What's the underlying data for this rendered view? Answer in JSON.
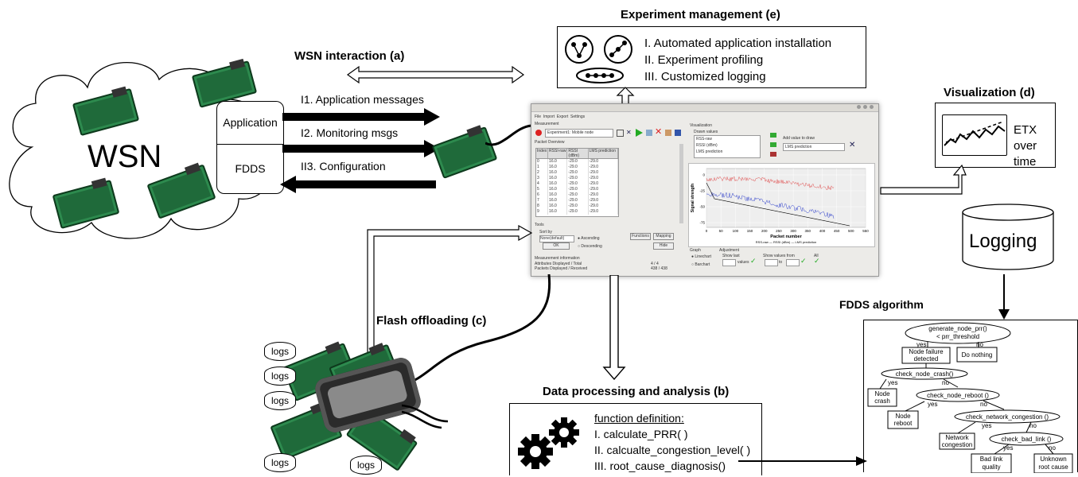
{
  "labels": {
    "wsn": "WSN",
    "wsn_interaction": "WSN interaction (a)",
    "app_stack": "Application",
    "fdds_stack": "FDDS",
    "msg1": "I1. Application messages",
    "msg2": "I2. Monitoring msgs",
    "msg3": "II3. Configuration",
    "flash_offloading": "Flash offloading (c)",
    "logs": "logs",
    "experiment_mgmt": "Experiment management (e)",
    "exp_items": [
      "I.  Automated application installation",
      "II.  Experiment profiling",
      "III. Customized logging"
    ],
    "visualization": "Visualization (d)",
    "etx_line1": "ETX over",
    "etx_line2": "time",
    "logging": "Logging",
    "fdds_algorithm": "FDDS algorithm",
    "data_processing": "Data processing and analysis (b)",
    "func_def": "function definition:",
    "func_items": [
      "I.  calculate_PRR( )",
      "II.  calcualte_congestion_level( )",
      "III. root_cause_diagnosis()"
    ]
  },
  "flowchart": {
    "d1_line1": "generate_node_prr()",
    "d1_line2": "< prr_threshold",
    "yes": "yes",
    "no": "no",
    "node_failure_1": "Node failure",
    "node_failure_2": "detected",
    "do_nothing": "Do nothing",
    "d2": "check_node_crash()",
    "node_crash_1": "Node",
    "node_crash_2": "crash",
    "d3": "check_node_reboot ()",
    "node_reboot_1": "Node",
    "node_reboot_2": "reboot",
    "d4": "check_network_congestion ()",
    "net_cong_1": "Network",
    "net_cong_2": "congestion",
    "d5": "check_bad_link ()",
    "bad_link_1": "Bad link",
    "bad_link_2": "quality",
    "unknown_1": "Unknown",
    "unknown_2": "root cause"
  },
  "app_window": {
    "menu": [
      "File",
      "Import",
      "Export",
      "Settings"
    ],
    "measurement_label": "Measurement",
    "experiment_select": "Experiment1: Mobile node",
    "packet_overview": "Packet Overview",
    "table_headers": [
      "Index",
      "RSSI-raw",
      "RSSI (dBm)",
      "LMS prediction"
    ],
    "table_rows": [
      [
        "0",
        "16.0",
        "-29.0",
        "-29.0"
      ],
      [
        "1",
        "16.0",
        "-29.0",
        "-29.0"
      ],
      [
        "2",
        "16.0",
        "-29.0",
        "-29.0"
      ],
      [
        "3",
        "16.0",
        "-29.0",
        "-29.0"
      ],
      [
        "4",
        "16.0",
        "-29.0",
        "-29.0"
      ],
      [
        "5",
        "16.0",
        "-29.0",
        "-29.0"
      ],
      [
        "6",
        "16.0",
        "-29.0",
        "-29.0"
      ],
      [
        "7",
        "16.0",
        "-29.0",
        "-29.0"
      ],
      [
        "8",
        "16.0",
        "-29.0",
        "-29.0"
      ],
      [
        "9",
        "16.0",
        "-29.0",
        "-29.0"
      ]
    ],
    "tools": "Tools",
    "sort_by": "Sort by",
    "sort_value": "None(default)",
    "ascending": "Ascending",
    "descending": "Descending",
    "ok": "OK",
    "functions": "Functions",
    "mapping": "Mapping",
    "hide": "Hide",
    "measurement_info": "Measurement information",
    "attr_displayed": "Attributes Displayed / Total",
    "attr_value": "4 / 4",
    "packets_displayed": "Packets Displayed / Received",
    "packets_value": "438 / 438",
    "visualization": "Visualization",
    "drawn_values": "Drawn values",
    "drawn_items": [
      "RSS-raw",
      "RSSI (dBm)",
      "LMS prediction"
    ],
    "add_value": "Add value to draw",
    "add_select": "LMS prediction",
    "chart_ylabel": "Signal strength",
    "chart_xlabel": "Packet number",
    "chart_legend": "RSS-raw — RSSI (dBm) — LMS prediction",
    "graph": "Graph",
    "linechart": "Linechart",
    "barchart": "Barchart",
    "adjustment": "Adjustment",
    "show_last": "Show last",
    "values": "values",
    "show_values_from": "Show values from",
    "to": "to",
    "all": "All",
    "x_ticks": [
      "0",
      "50",
      "100",
      "150",
      "200",
      "250",
      "300",
      "350",
      "400",
      "450",
      "500",
      "550"
    ],
    "y_ticks": [
      "0",
      "-25",
      "-50",
      "-75"
    ]
  }
}
